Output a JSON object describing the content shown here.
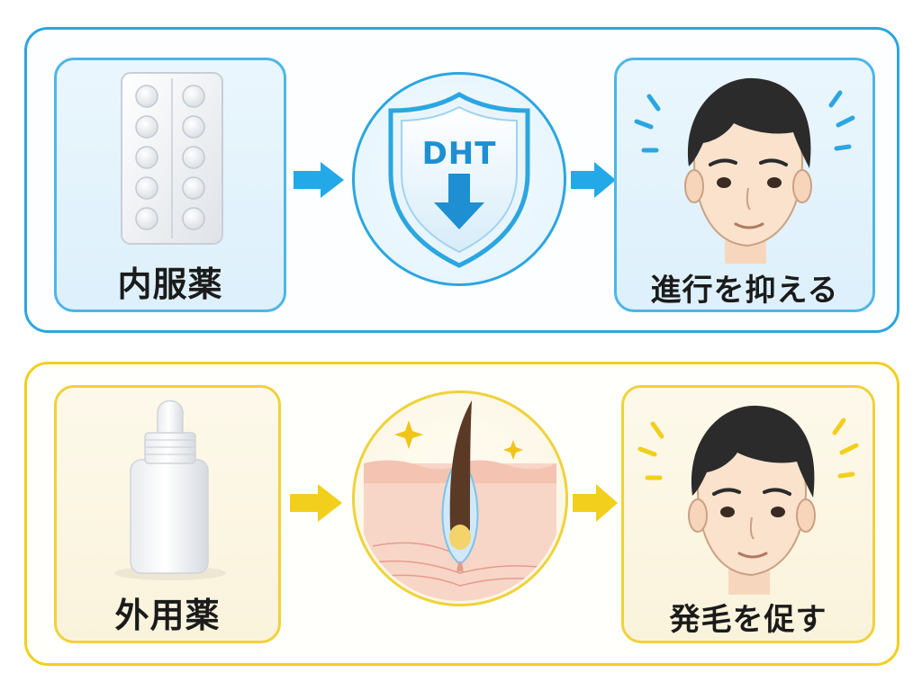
{
  "top_flow": {
    "left_label": "内服薬",
    "shield_text": "DHT",
    "right_label": "進行を抑える"
  },
  "bottom_flow": {
    "left_label": "外用薬",
    "right_label": "発毛を促す"
  },
  "colors": {
    "blue": "#2ba6e0",
    "yellow": "#f2cf1c"
  }
}
